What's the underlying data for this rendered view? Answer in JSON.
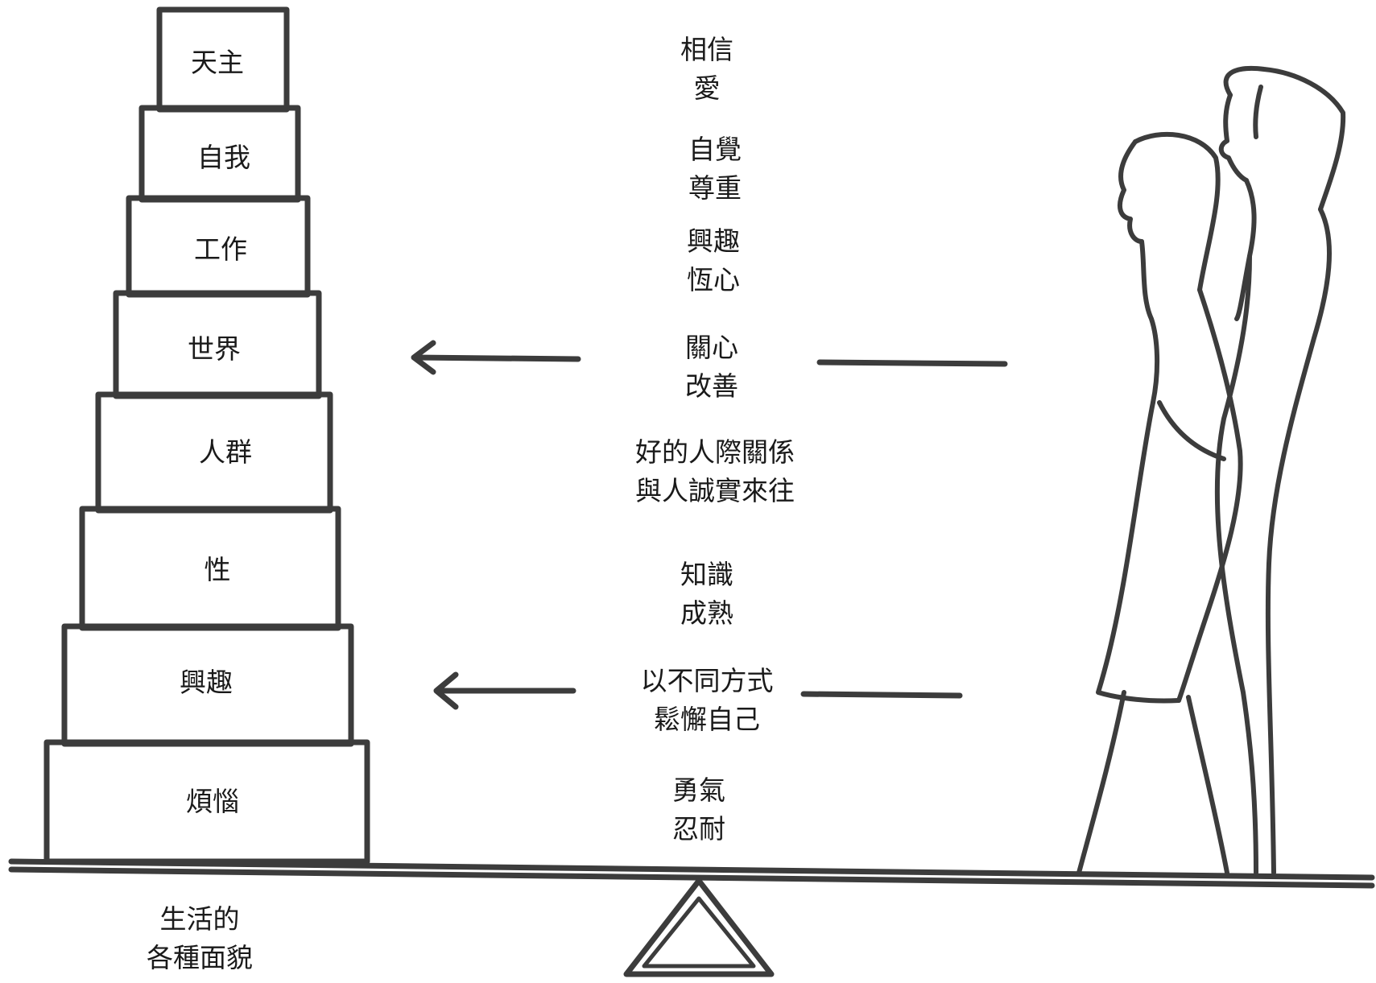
{
  "tower_blocks": [
    {
      "label": "天主"
    },
    {
      "label": "自我"
    },
    {
      "label": "工作"
    },
    {
      "label": "世界"
    },
    {
      "label": "人群"
    },
    {
      "label": "性"
    },
    {
      "label": "興趣"
    },
    {
      "label": "煩惱"
    }
  ],
  "middle_pairs": [
    {
      "line1": "相信",
      "line2": "愛"
    },
    {
      "line1": "自覺",
      "line2": "尊重"
    },
    {
      "line1": "興趣",
      "line2": "恆心"
    },
    {
      "line1": "關心",
      "line2": "改善"
    },
    {
      "line1": "好的人際關係",
      "line2": "與人誠實來往"
    },
    {
      "line1": "知識",
      "line2": "成熟"
    },
    {
      "line1": "以不同方式",
      "line2": "鬆懈自己"
    },
    {
      "line1": "勇氣",
      "line2": "忍耐"
    }
  ],
  "bottom_caption": {
    "line1": "生活的",
    "line2": "各種面貌"
  },
  "figures": {
    "icon": "couple-figures-icon"
  },
  "colors": {
    "ink": "#3c3c3c",
    "background": "#ffffff"
  }
}
